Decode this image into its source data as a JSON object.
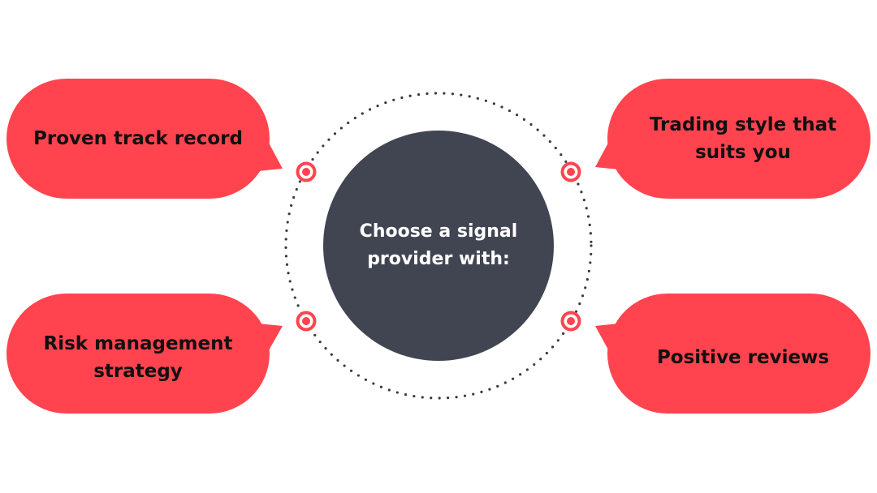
{
  "center": {
    "label": "Choose a signal\nprovider with:"
  },
  "items": [
    {
      "label": "Proven track record"
    },
    {
      "label": "Trading style that\nsuits you"
    },
    {
      "label": "Risk management\nstrategy"
    },
    {
      "label": "Positive reviews"
    }
  ],
  "colors": {
    "bubble": "#ff444f",
    "center_circle": "#414552",
    "ring_dots": "#3a3a3a",
    "marker": "#ff444f"
  }
}
